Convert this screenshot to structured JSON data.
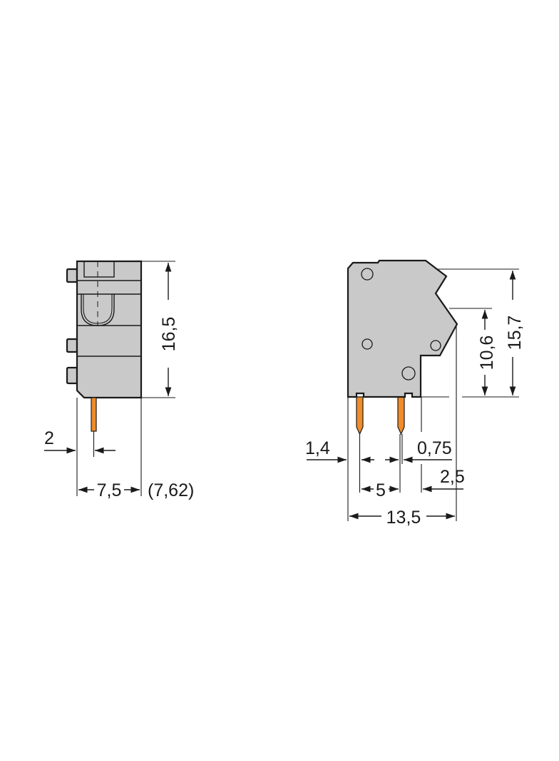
{
  "drawing": {
    "title": "Terminal block dimensional drawing",
    "colors": {
      "body": "#c9c9c9",
      "outline": "#1a1a1a",
      "pin": "#f08c2a",
      "background": "#ffffff"
    },
    "side_view": {
      "height_label": "16,5",
      "pin_offset_label": "2",
      "width_label": "7,5",
      "pitch_alt_label": "(7,62)"
    },
    "front_view": {
      "height_total_label": "15,7",
      "height_partial_label": "10,6",
      "pin_edge_offset_label": "1,4",
      "pin_width_label": "0,75",
      "pin_spacing_label": "5",
      "rear_offset_label": "2,5",
      "width_total_label": "13,5"
    }
  }
}
